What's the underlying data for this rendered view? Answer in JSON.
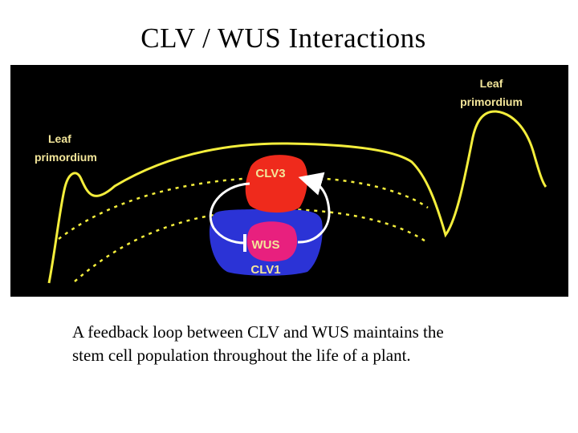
{
  "slide": {
    "title": "CLV / WUS  Interactions"
  },
  "diagram": {
    "labels": {
      "leaf_right_line1": "Leaf",
      "leaf_right_line2": "primordium",
      "leaf_left_line1": "Leaf",
      "leaf_left_line2": "primordium",
      "clv3": "CLV3",
      "wus": "WUS",
      "clv1": "CLV1"
    },
    "colors": {
      "background": "#000000",
      "outline": "#f4ee3c",
      "label": "#f3e69a",
      "clv3_region": "#ef2a1c",
      "clv1_region": "#2b33d6",
      "wus_region": "#e8207e",
      "arrow": "#ffffff"
    }
  },
  "caption": {
    "line1": "A feedback loop between CLV and WUS maintains the",
    "line2": "stem cell population throughout the life of a plant."
  }
}
